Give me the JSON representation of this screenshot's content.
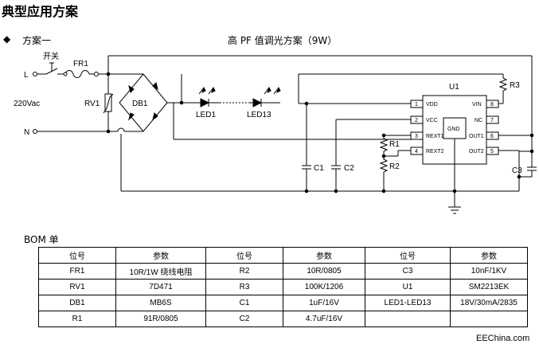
{
  "title": "典型应用方案",
  "bullet": "◆",
  "scheme_label": "方案一",
  "subtitle": "高 PF 值调光方案（9W）",
  "schematic": {
    "switch": "开关",
    "fr1": "FR1",
    "l": "L",
    "n": "N",
    "vac": "220Vac",
    "rv1": "RV1",
    "db1": "DB1",
    "led1": "LED1",
    "led13": "LED13",
    "u1": "U1",
    "r3": "R3",
    "r1": "R1",
    "r2": "R2",
    "c1": "C1",
    "c2": "C2",
    "c3": "C3",
    "gnd": "GND",
    "pins_left": [
      {
        "num": "1",
        "name": "VDD"
      },
      {
        "num": "2",
        "name": "VCC"
      },
      {
        "num": "3",
        "name": "REXT1"
      },
      {
        "num": "4",
        "name": "REXT2"
      }
    ],
    "pins_right": [
      {
        "num": "8",
        "name": "VIN"
      },
      {
        "num": "7",
        "name": "NC"
      },
      {
        "num": "6",
        "name": "OUT1"
      },
      {
        "num": "5",
        "name": "OUT2"
      }
    ]
  },
  "bom_title": "BOM 单",
  "bom": {
    "headers": [
      "位号",
      "参数",
      "位号",
      "参数",
      "位号",
      "参数"
    ],
    "rows": [
      [
        "FR1",
        "10R/1W  绕线电阻",
        "R2",
        "10R/0805",
        "C3",
        "10nF/1KV"
      ],
      [
        "RV1",
        "7D471",
        "R3",
        "100K/1206",
        "U1",
        "SM2213EK"
      ],
      [
        "DB1",
        "MB6S",
        "C1",
        "1uF/16V",
        "LED1-LED13",
        "18V/30mA/2835"
      ],
      [
        "R1",
        "91R/0805",
        "C2",
        "4.7uF/16V",
        "",
        ""
      ]
    ]
  },
  "watermark": "EEChina.com"
}
